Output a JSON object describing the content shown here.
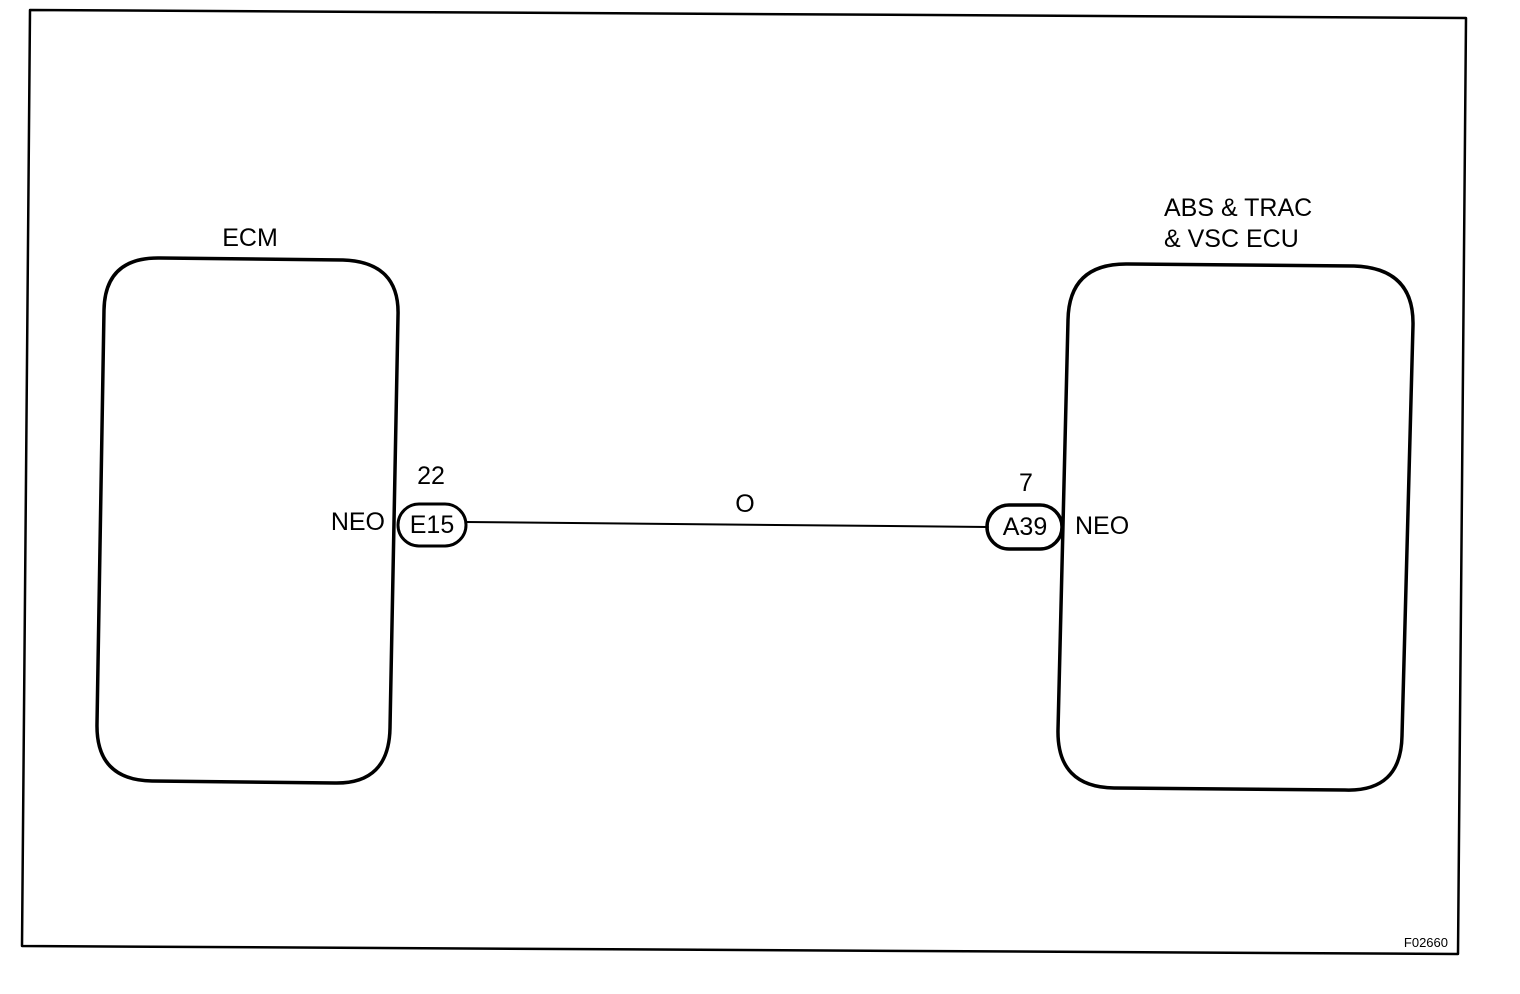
{
  "colors": {
    "stroke": "#000000",
    "background": "#ffffff"
  },
  "left_unit": {
    "name": "ECM",
    "terminal_signal": "NEO",
    "pin_number": "22",
    "connector": "E15"
  },
  "right_unit": {
    "name_line1": "ABS & TRAC",
    "name_line2": "& VSC ECU",
    "terminal_signal": "NEO",
    "pin_number": "7",
    "connector": "A39"
  },
  "wire": {
    "color_code": "O"
  },
  "figure_id": "F02660"
}
